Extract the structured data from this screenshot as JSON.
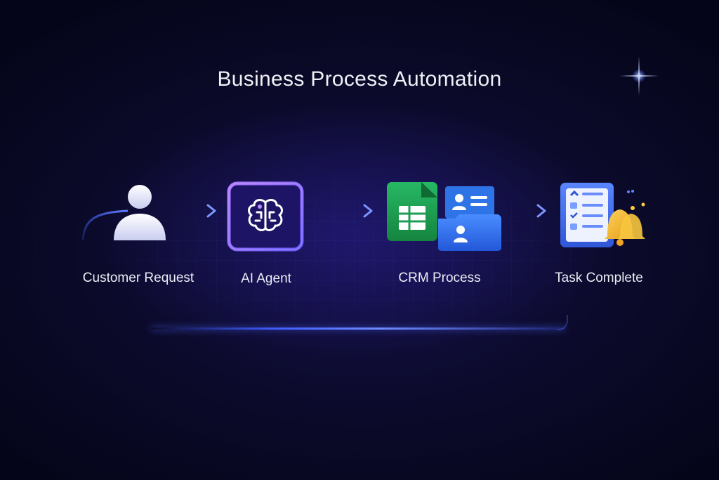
{
  "title": "Business Process Automation",
  "steps": [
    {
      "label": "Customer Request",
      "icon": "user-icon"
    },
    {
      "label": "AI Agent",
      "icon": "brain-icon"
    },
    {
      "label": "CRM Process",
      "icon": "spreadsheet-and-contact-folder-icon"
    },
    {
      "label": "Task Complete",
      "icon": "checklist-and-bell-icon"
    }
  ],
  "colors": {
    "background": "#0b0a2a",
    "accent": "#4a6bff",
    "brain_frame": "#8d6bff",
    "sheet_green": "#1e9e55",
    "folder_blue": "#2f74e6",
    "bell_gold": "#f5b82e"
  }
}
